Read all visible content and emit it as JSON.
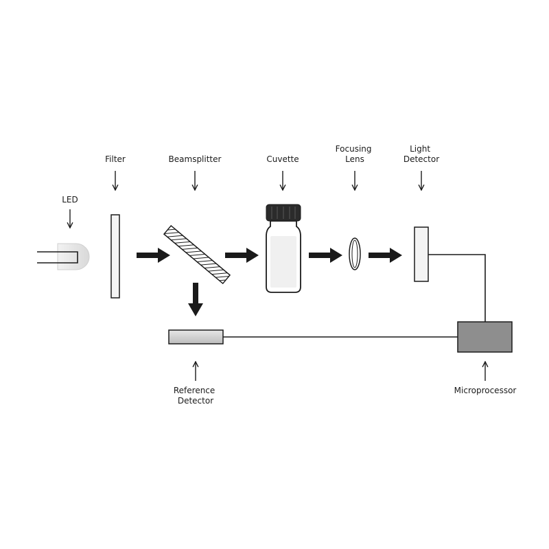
{
  "labels": {
    "led": "LED",
    "filter": "Filter",
    "beamsplitter": "Beamsplitter",
    "cuvette": "Cuvette",
    "focusing_lens": [
      "Focusing",
      "Lens"
    ],
    "light_detector": [
      "Light",
      "Detector"
    ],
    "reference_detector": [
      "Reference",
      "Detector"
    ],
    "microprocessor": "Microprocessor"
  },
  "colors": {
    "stroke": "#1a1a1a",
    "led_body": "#e6e6e6",
    "microprocessor_fill": "#8e8e8e",
    "reference_detector_fill": "#d4d4d4",
    "cuvette_cap": "#2b2b2b"
  }
}
